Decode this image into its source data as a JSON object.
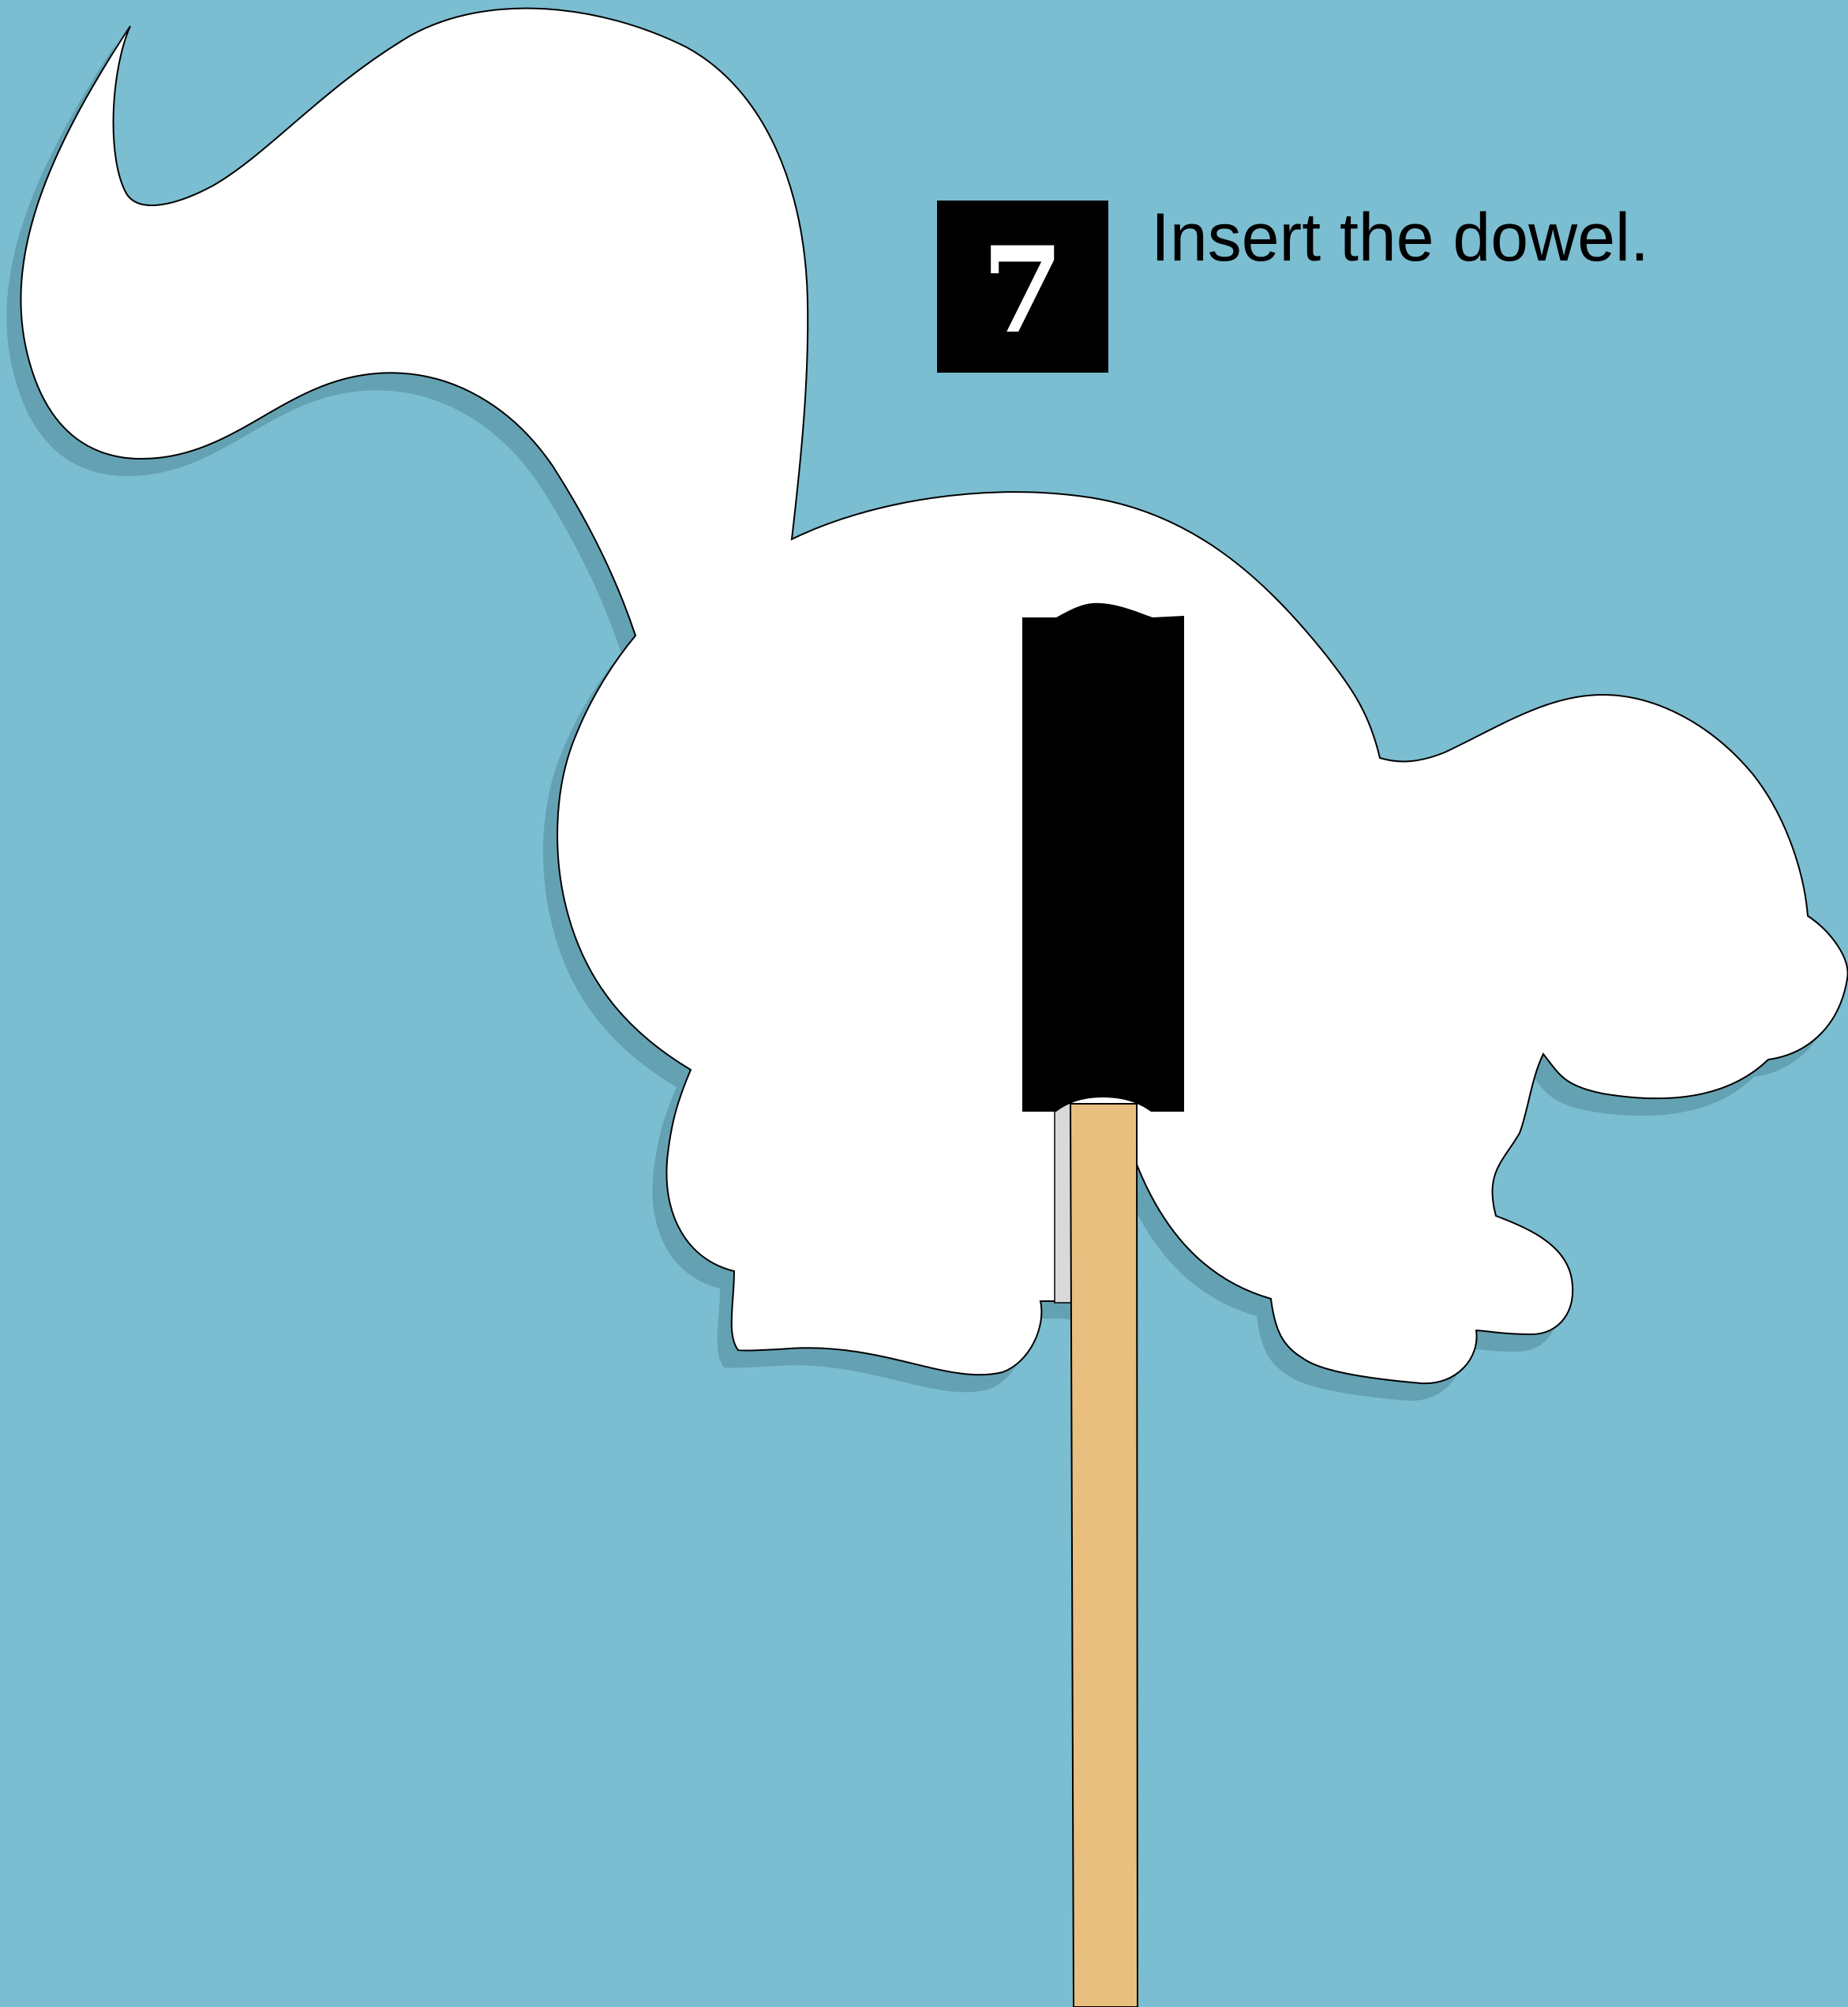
{
  "step": {
    "number": "7",
    "instruction": "Insert the dowel."
  },
  "colors": {
    "background": "#7bbdd1",
    "shadow": "#64a1b3",
    "cutout": "#ffffff",
    "outline": "#000000",
    "pocket": "#000000",
    "dowel": "#e8bf7e",
    "dowel_edge": "#d9d9d9"
  },
  "illustration": {
    "subject": "squirrel-cutout",
    "parts": [
      "squirrel-silhouette",
      "dowel-pocket",
      "wooden-dowel"
    ]
  }
}
